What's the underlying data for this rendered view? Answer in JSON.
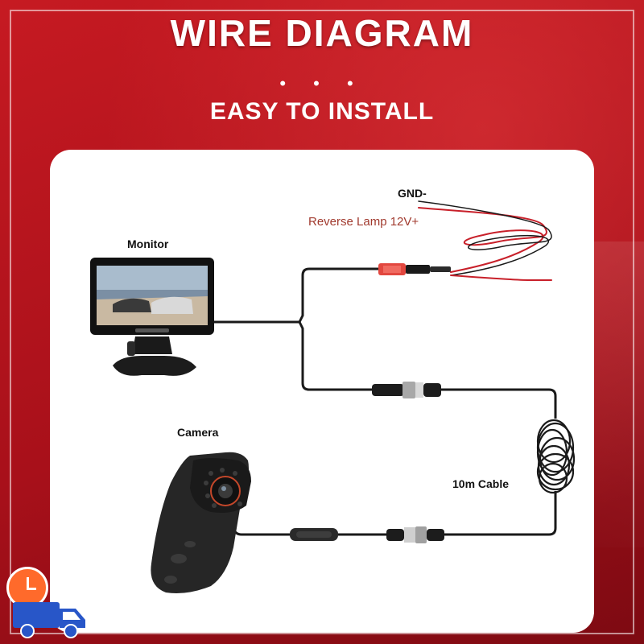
{
  "header": {
    "title": "WIRE DIAGRAM",
    "dots": "• • •",
    "subtitle": "EASY TO INSTALL"
  },
  "labels": {
    "gnd": "GND-",
    "reverse_lamp": "Reverse Lamp 12V+",
    "monitor": "Monitor",
    "camera": "Camera",
    "cable": "10m Cable"
  },
  "colors": {
    "background": "#b0141c",
    "card": "#ffffff",
    "cable": "#1a1a1a",
    "power_wire": "#c8202a",
    "reverse_label": "#a13a2e"
  },
  "icons": [
    "clock-icon",
    "delivery-truck-icon"
  ]
}
